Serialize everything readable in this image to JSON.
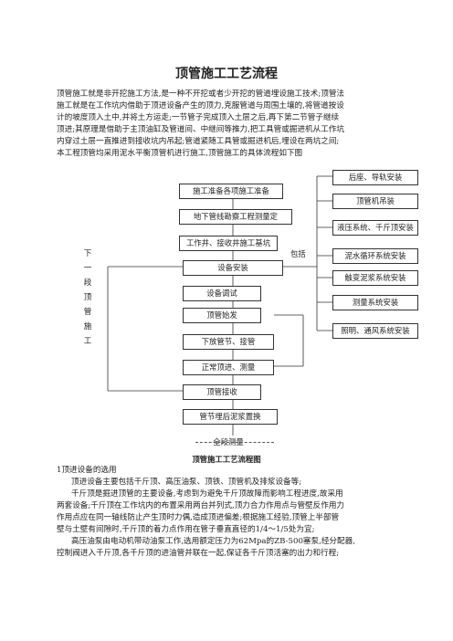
{
  "doc": {
    "title": "顶管施工工艺流程",
    "intro": [
      "顶管施工就是非开挖施工方法,是一种不开挖或者少开挖的管道埋设施工技术;顶管法",
      "施工就是在工作坑内借助于顶进设备产生的顶力,克服管道与周围土壤的,将管道按设",
      "计的坡度顶入土中,并将土方运走;一节管子完成顶入土层之后,再下第二节管子继续",
      "顶进;其原理是借助于主顶油缸及管道间、中继间等推力,把工具管或掘进机从工作坑",
      "内穿过土层一直推进到接收坑内吊起;管道紧随工具管或掘进机后,埋设在两坑之间;",
      "本工程顶管均采用泥水平衡顶管机进行施工,顶管施工的具体流程如下图"
    ],
    "caption": "顶管施工工艺流程图",
    "section_heading": "1顶进设备的选用",
    "body": [
      "顶进设备主要包括千斤顶、高压油泵、顶铁、顶管机及排浆设备等;",
      "千斤顶是掘进顶管的主要设备,考虑到为避免千斤顶故障而影响工程进度,故采用",
      "两套设备;千斤顶在工作坑内的布置采用两台并列式,顶力合力作用点与管壁反作用力",
      "作用点应在同一轴线防止产生顶时力偶,造成顶进偏差;根据施工经验,顶管上半部管",
      "壁与土壁有间隙时,千斤顶的着力点作用在管子垂直直径的1/4～1/5处为宜;",
      "高压油泵由电动机带动油泵工作,选用额定压力为62Mpa的ZB-500塞泵,经分配器,",
      "控制阀进入千斤顶,各千斤顶的进油管并联在一起,保证各千斤顶活塞的出力和行程;"
    ]
  },
  "flow": {
    "main": [
      "施工准备各项施工准备",
      "地下管线勘察工程测量定",
      "工作井、接收井施工基坑",
      "设备安装",
      "设备调试",
      "顶管始发",
      "下放管节、接管",
      "正常顶进、测量",
      "顶管接收",
      "管节埋后泥浆置换",
      "全段测量"
    ],
    "right": [
      "后座、导轨安装",
      "顶管机吊装",
      "液压系统、千斤顶安装",
      "泥水循环系统安装",
      "触变泥浆系统安装",
      "测量系统安装",
      "照明、通风系统安装"
    ],
    "include_label": "包括",
    "loop_label": "下一段顶管施工"
  }
}
